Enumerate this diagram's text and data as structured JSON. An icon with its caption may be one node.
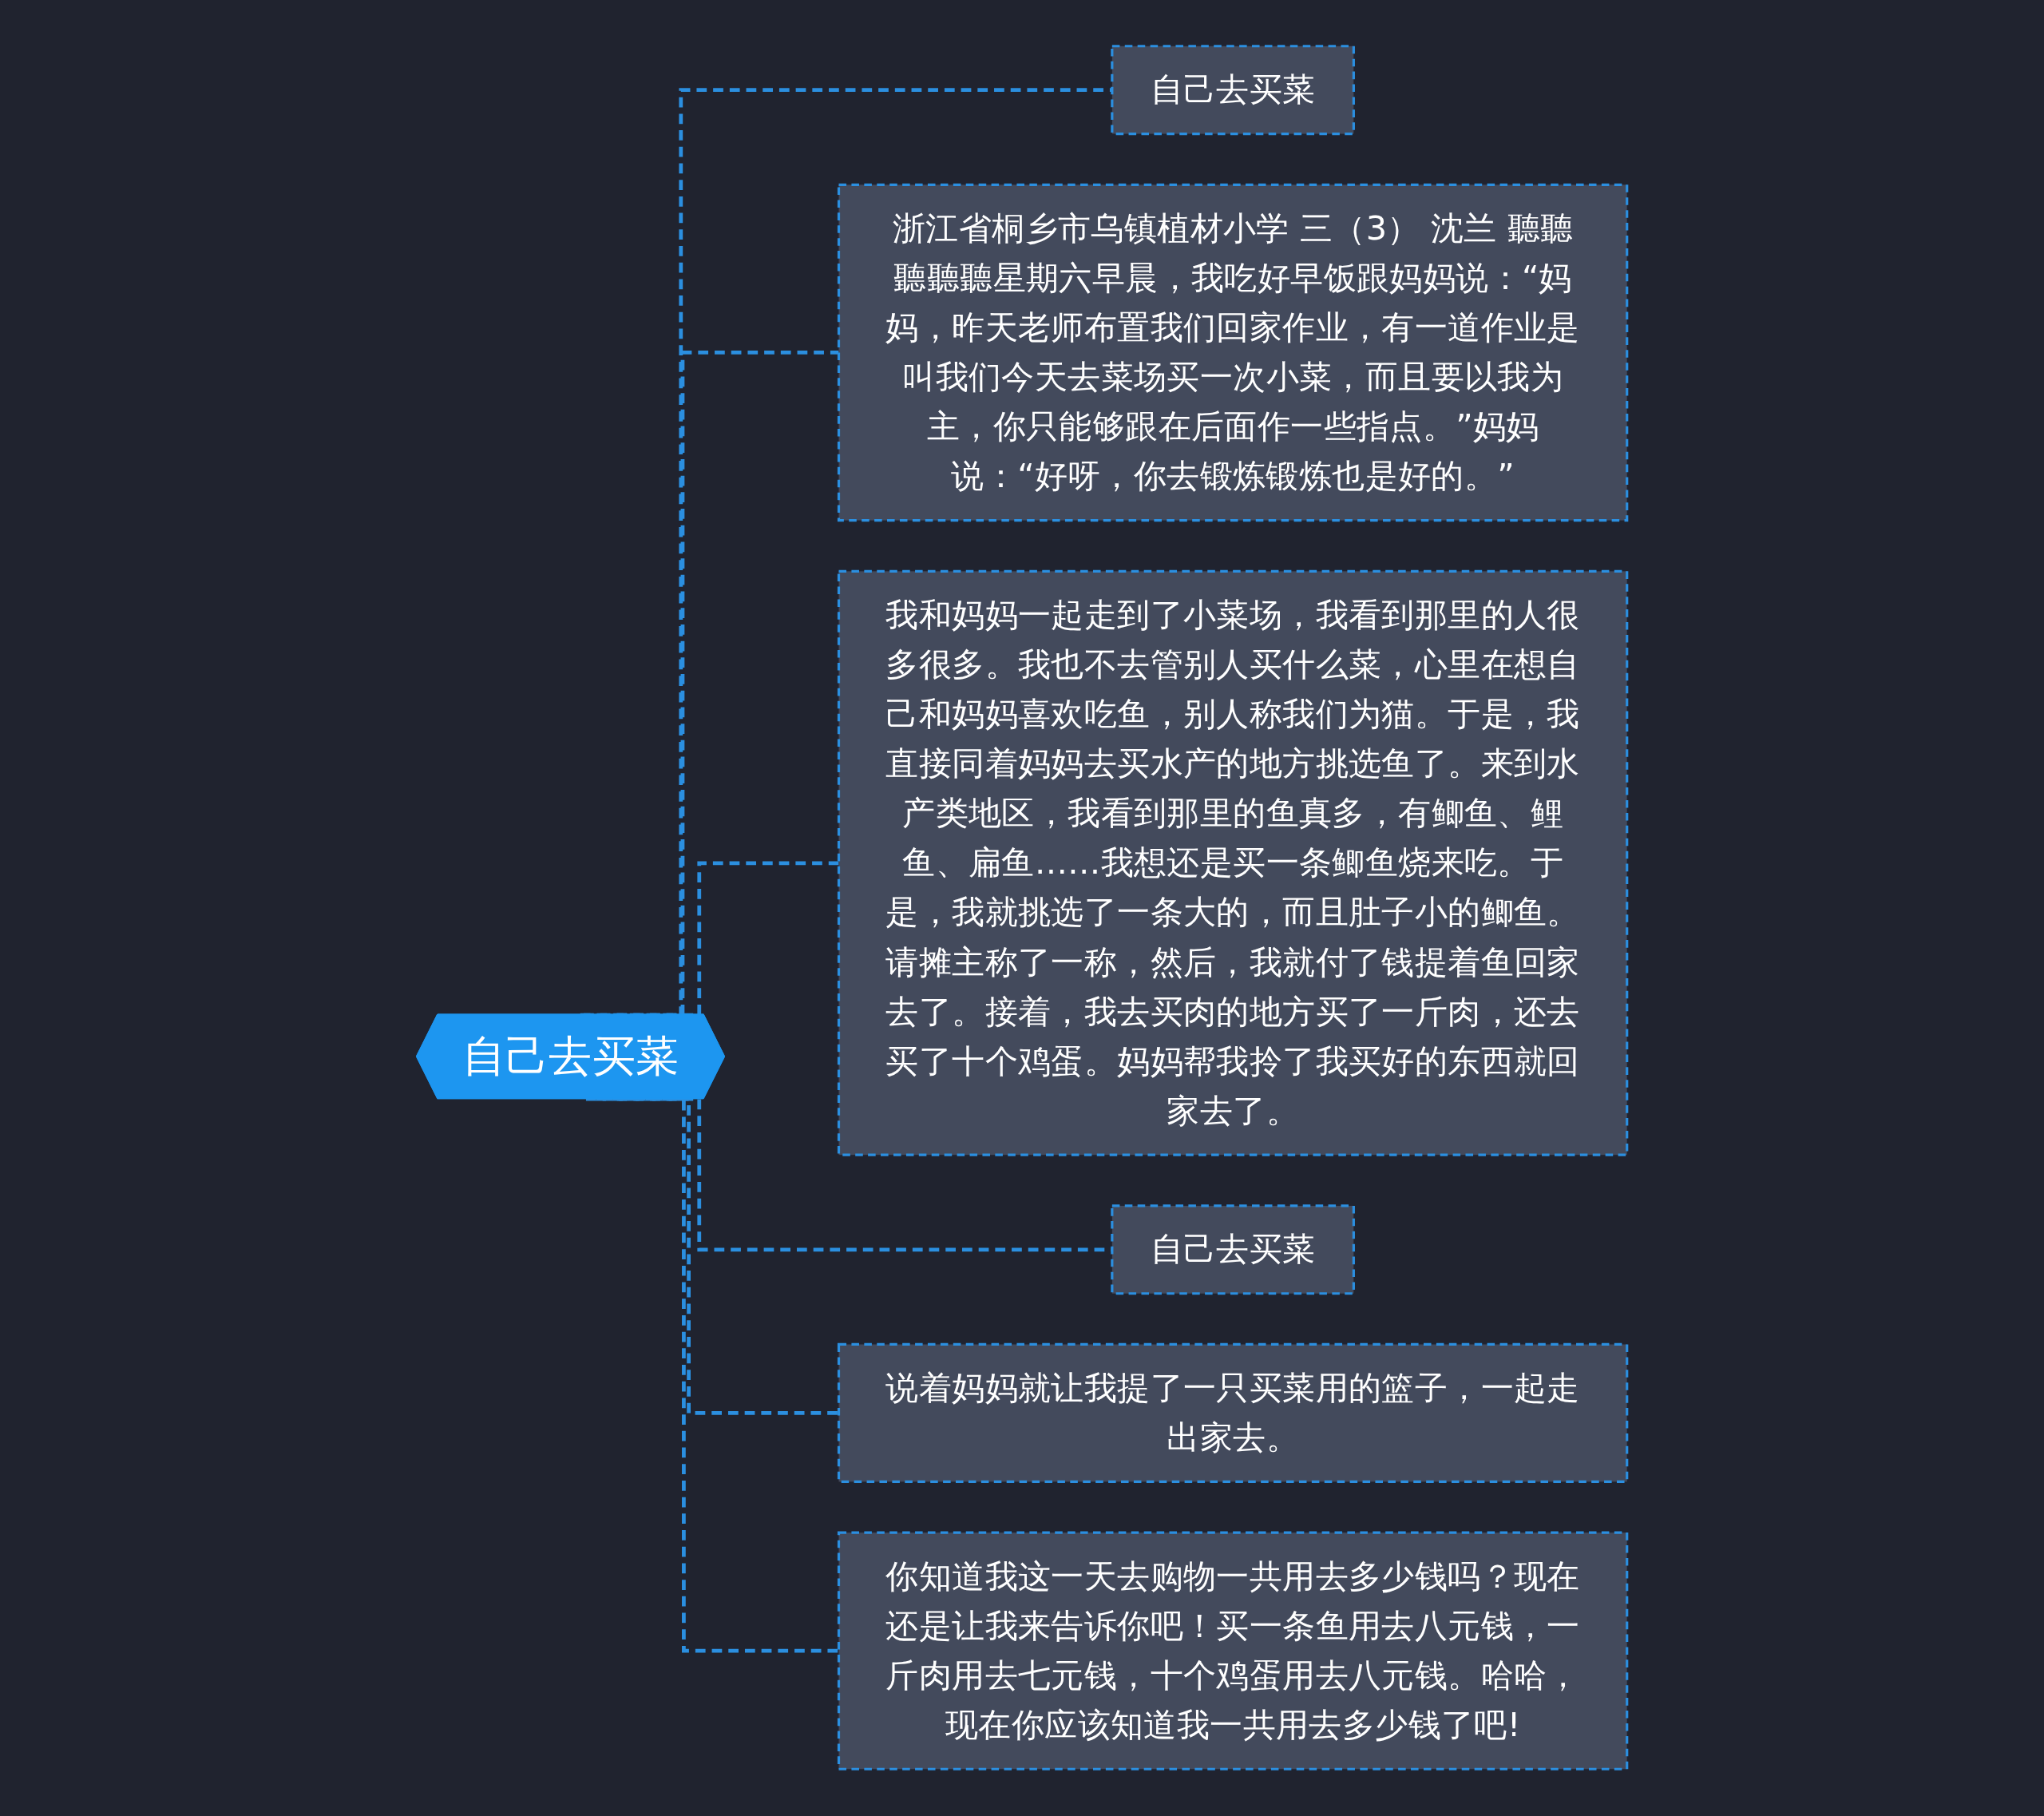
{
  "diagram": {
    "nodes": [
      {
        "text": [
          "自己去买菜"
        ]
      },
      {
        "text": [
          "自己去买菜"
        ]
      },
      {
        "text": [
          "浙江省桐乡市乌镇植材小学 三（3） 沈兰 聽聽聽聽聽星期六早晨，我吃好早饭跟妈妈说：“妈妈，昨天老师布置我们回家作业，有一道作业是叫我们今天去菜场买一次小菜，而且要以我为主，你只能够跟在后面作一些指点。”妈妈说：“好呀，你去锻炼锻炼也是好的。”"
        ]
      },
      {
        "text": [
          "我和妈妈一起走到了小菜场，我看到那里的人很多很多。我也不去管别人买什么菜，心里在想自己和妈妈喜欢吃鱼，别人称我们为猫。于是，我直接同着妈妈去买水产的地方挑选鱼了。来到水产类地区，我看到那里的鱼真多，有鲫鱼、鲤鱼、扁鱼……我想还是买一条鲫鱼烧来吃。于是，我就挑选了一条大的，而且肚子小的鲫鱼。请摊主称了一称，然后，我就付了钱提着鱼回家去了。接着，我去买肉的地方买了一斤肉，还去买了十个鸡蛋。妈妈帮我拎了我买好的东西就回家去了。"
        ]
      },
      {
        "text": [
          "自己去买菜"
        ]
      },
      {
        "text": [
          "说着妈妈就让我提了一只买菜用的篮子，一起走出家去。"
        ]
      },
      {
        "text": [
          "你知道我这一天去购物一共用去多少钱吗？现在还是让我来告诉你吧！买一条鱼用去八元钱，一斤肉用去七元钱，十个鸡蛋用去八元钱。哈哈，现在你应该知道我一共用去多少钱了吧!"
        ]
      }
    ],
    "edges": [
      {
        "from": 0,
        "to": 1,
        "arrow": "none",
        "style": "dashed"
      },
      {
        "from": 0,
        "to": 2,
        "arrow": "none",
        "style": "dashed"
      },
      {
        "from": 0,
        "to": 3,
        "arrow": "none",
        "style": "dashed"
      },
      {
        "from": 0,
        "to": 4,
        "arrow": "none",
        "style": "dashed"
      },
      {
        "from": 0,
        "to": 5,
        "arrow": "none",
        "style": "dashed"
      },
      {
        "from": 0,
        "to": 6,
        "arrow": "none",
        "style": "dashed"
      }
    ]
  }
}
